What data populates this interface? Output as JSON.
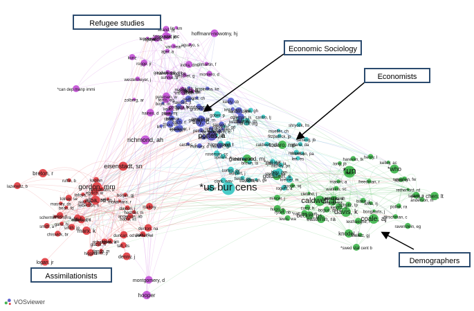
{
  "callouts": {
    "refugee": "Refugee studies",
    "economic_sociology": "Economic Sociology",
    "economists": "Economists",
    "demographers": "Demographers",
    "assimilationists": "Assimilationists"
  },
  "branding": {
    "logo_text": "VOSviewer"
  },
  "clusters": {
    "red": "#e0393e",
    "green": "#3cb64a",
    "teal": "#35c6c2",
    "blue": "#5a5fd0",
    "purple": "#c34fd6"
  },
  "icons": [
    "vosviewer-logo-icon",
    "arrow-icon"
  ],
  "labels": {
    "red": [
      "gordon, mm",
      "alba, rd",
      "breton, r",
      "lazerwitz, b",
      "schermerhorn, ra",
      "glazer, n",
      "park, re",
      "smith, jp",
      "lieberson, s",
      "portes, a",
      "tienda, m",
      "massey, ds",
      "marx, k",
      "denton, na",
      "duncan, od",
      "lipset, sm",
      "logan, jr",
      "tafoya, m",
      "hechter, m",
      "bean, fd",
      "heckathorn, d",
      "denny, j",
      "warner, wl",
      "borjas, gj",
      "tolnay, se",
      "reitz, jg",
      "waters, mc",
      "eisenstadt, sn",
      "chiswick, br",
      "dayton, j",
      "jasso, g",
      "gans, hj",
      "oliver, p",
      "higgins",
      "mallory",
      "kaplan",
      "noble, ks",
      "richardson, a",
      "ehrlich, w",
      "anderson, ab",
      "hawkins, f",
      "smith, a",
      "tai, f",
      "mcnamara, r",
      "taft, ds",
      "ruffin, b",
      "simon, j"
    ],
    "green": [
      "*un",
      "caldwell, jc",
      "davis, k",
      "coale, aj",
      "easterlin, ra",
      "becker, gs",
      "knodel, j",
      "blake, j",
      "kelley, ac",
      "preston, sh",
      "goldstein, s",
      "*who",
      "*world bank",
      "chen, lt",
      "lesthaeghe, r",
      "bongaarts, j",
      "watkins, sc",
      "hirschman, c",
      "anderson, m",
      "lee, r",
      "long, jb",
      "keyfitz, n",
      "greenwood, mj",
      "willis, rj",
      "schultz, tp",
      "curry, h",
      "stark, o",
      "todaro, mp",
      "ravenstein, eg",
      "mincer, j",
      "hugo, g",
      "*natl res coun",
      "*swed stat cent b",
      "henry, l",
      "laslett, p",
      "wrigley, ea",
      "goode, wj",
      "harevan, tk",
      "ryder, nb",
      "pollak, ra",
      "jiang, l",
      "mason, a",
      "cleland, j",
      "retherford, rd",
      "bogue, dj",
      "stolnitz, gj",
      "notestein, fw",
      "freedman, r",
      "lewis, wa"
    ],
    "teal": [
      "*us bur cens",
      "*natl stat",
      "bassetti, s",
      "chaney, eth",
      "*intl cult org",
      "caldwell, jcs",
      "johnson, ge",
      "kremer, m",
      "lee, es",
      "cortes, gy",
      "roseman, cc",
      "shryock, hs",
      "lansing, jb",
      "sjaastad, la",
      "harris, jr",
      "fields, gs",
      "rogers, a",
      "castro, lj",
      "long, l",
      "plane, da",
      "clark, wav",
      "blau, pm",
      "thomas, ds",
      "zipf, gk",
      "stouffer, sa",
      "pirie, gh",
      "mueller, ch",
      "fitzpatrick, jp",
      "brown, la",
      "sell, rr",
      "de jong, gf",
      "speare, a",
      "wolpert, j",
      "hagerstrand, t",
      "sandefur, gd",
      "mincer, j",
      "morrison, pa",
      "ritchey, pn",
      "gober, p"
    ],
    "blue": [
      "portes, a",
      "tilly, c",
      "granovetter, m",
      "coleman, js",
      "boyd, m",
      "castles, s",
      "fawcett, jt",
      "kritz, mm",
      "zlotnik, h",
      "petras, e",
      "sassen, s",
      "piore, mj",
      "wallerstein, i",
      "light, i",
      "bonacich, e",
      "waldinger, r",
      "zhou, m",
      "nee, v",
      "bach, rl",
      "massey, d",
      "lin, n",
      "burt, rs",
      "espinosa, ke",
      "hondagneu, p",
      "grasmuck, s",
      "pessar, pr",
      "wood, ch",
      "cohen, r",
      "kearney, m",
      "basch, l",
      "sanders, jm",
      "stark",
      "keely, cb",
      "cheng, l",
      "mahler, sj",
      "pedraza, s"
    ],
    "purple": [
      "hoffmann-nowotny, hj",
      "*opp stat inc",
      "kunz, ef",
      "richmond, ah",
      "stein, bn",
      "montero, d",
      "petersen, w",
      "kritz",
      "zolberg, ar",
      "suhrke, a",
      "aguayo, s",
      "loescher, g",
      "harrell-bond, be",
      "keller, sl",
      "malkki, l",
      "chan, kb",
      "kunz",
      "indra, dm",
      "tepper, e",
      "montgomery, d",
      "hooper",
      "*can dep manp immi",
      "*intl lab off",
      "cohon, jd",
      "gilmartin, f",
      "aron, r",
      "van hear",
      "ferris, eg",
      "goodwin-gill, gs",
      "haines, d",
      "ager, a",
      "mason, l",
      "rogge, jr",
      "strand, pj",
      "nguyen, s",
      "lin, km",
      "westermeyer, j"
    ]
  }
}
